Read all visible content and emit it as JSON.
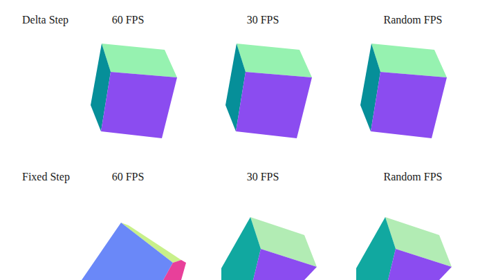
{
  "diagram": {
    "labels": [
      "Delta Step",
      "60 FPS",
      "30 FPS",
      "Random FPS",
      "Fixed Step",
      "60 FPS",
      "30 FPS",
      "Random FPS"
    ]
  }
}
